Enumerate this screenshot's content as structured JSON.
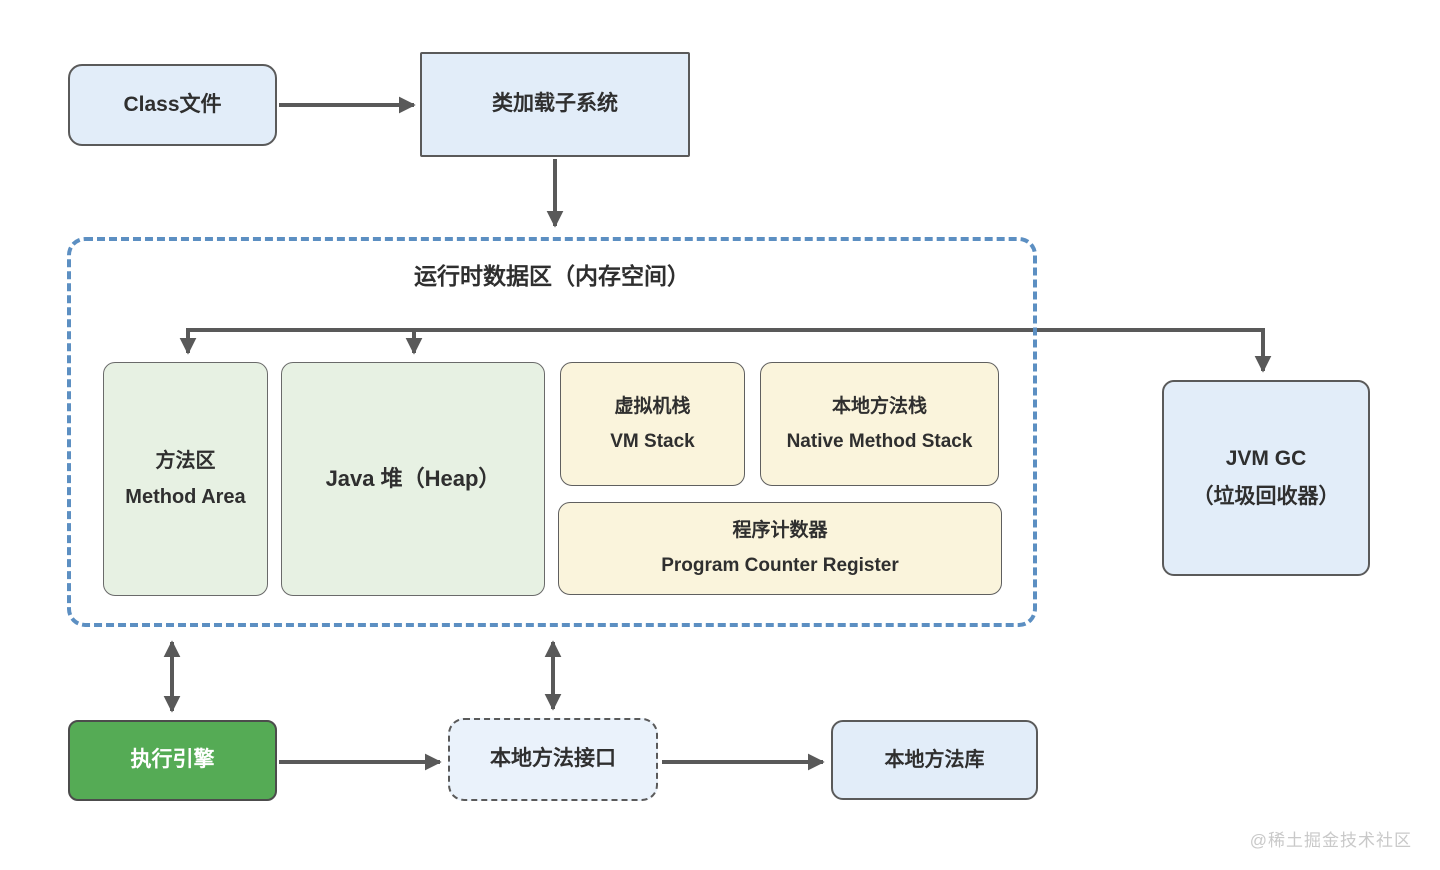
{
  "diagram": {
    "title": "运行时数据区（内存空间）",
    "nodes": {
      "class_file": {
        "label": "Class文件"
      },
      "class_loader": {
        "label": "类加载子系统"
      },
      "method_area": {
        "line1": "方法区",
        "line2": "Method Area"
      },
      "java_heap": {
        "label": "Java 堆（Heap）"
      },
      "vm_stack": {
        "line1": "虚拟机栈",
        "line2": "VM Stack"
      },
      "native_method_stack": {
        "line1": "本地方法栈",
        "line2": "Native Method Stack"
      },
      "program_counter": {
        "line1": "程序计数器",
        "line2": "Program Counter Register"
      },
      "jvm_gc": {
        "line1": "JVM GC",
        "line2": "（垃圾回收器）"
      },
      "execution_engine": {
        "label": "执行引擎"
      },
      "native_method_interface": {
        "label": "本地方法接口"
      },
      "native_method_library": {
        "label": "本地方法库"
      }
    },
    "edges": [
      {
        "from": "class_file",
        "to": "class_loader",
        "direction": "right"
      },
      {
        "from": "class_loader",
        "to": "runtime_data_area",
        "direction": "down"
      },
      {
        "from": "runtime_branch",
        "to": "method_area",
        "direction": "down"
      },
      {
        "from": "runtime_branch",
        "to": "java_heap",
        "direction": "down"
      },
      {
        "from": "runtime_branch",
        "to": "jvm_gc",
        "direction": "down"
      },
      {
        "from": "execution_engine",
        "to": "runtime_data_area",
        "direction": "both"
      },
      {
        "from": "native_method_interface",
        "to": "runtime_data_area",
        "direction": "both"
      },
      {
        "from": "execution_engine",
        "to": "native_method_interface",
        "direction": "right"
      },
      {
        "from": "native_method_interface",
        "to": "native_method_library",
        "direction": "right"
      }
    ],
    "watermark": "@稀土掘金技术社区",
    "colors": {
      "box_blue": "#e2edf9",
      "box_green_light": "#e7f1e3",
      "box_cream": "#faf4dc",
      "accent_green": "#55ab55",
      "dashed_container_blue": "#5c8fc2",
      "arrow_gray": "#595959",
      "text_dark": "#2f2f2f",
      "text_white": "#ffffff",
      "watermark_gray": "#c9c9c9"
    }
  }
}
